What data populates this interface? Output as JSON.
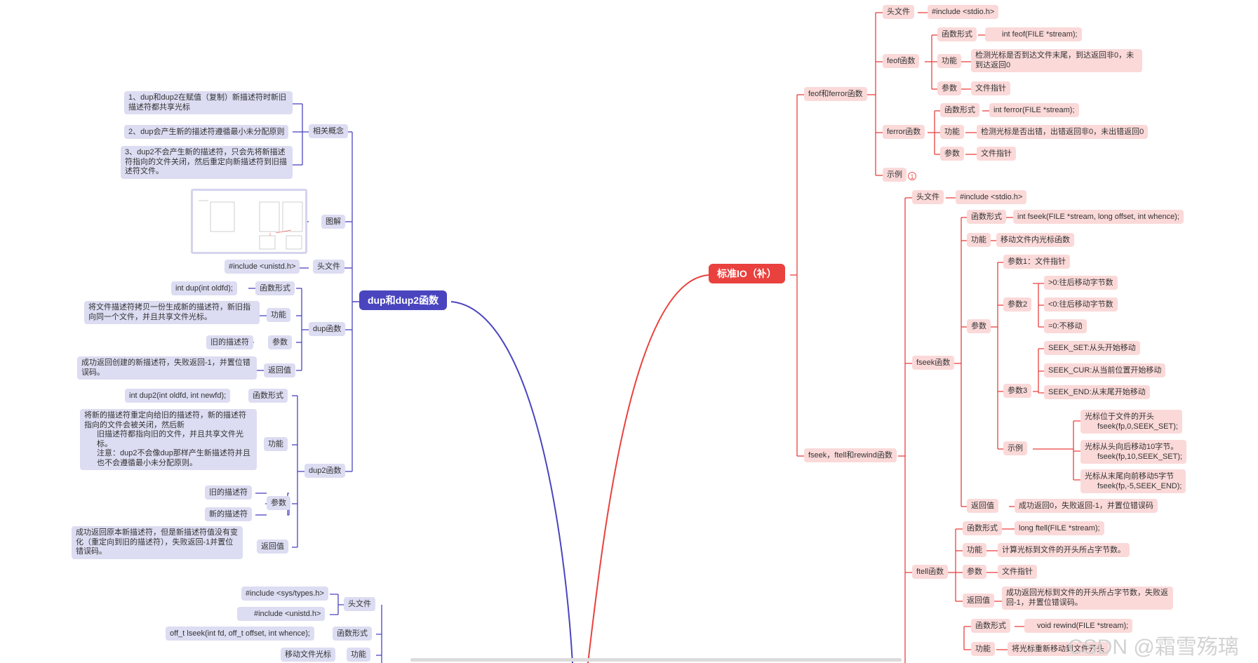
{
  "main_left": "dup和dup2函数",
  "main_right": "标准IO（补）",
  "left": {
    "concepts": {
      "label": "相关概念",
      "items": [
        "1、dup和dup2在赋值（复制）新描述符时新旧描述符都共享光标",
        "2、dup会产生新的描述符遵循最小未分配原则",
        "3、dup2不会产生新的描述符，只会先将新描述符指向的文件关闭，然后重定向新描述符到旧描述符文件。"
      ]
    },
    "diagram_label": "图解",
    "header": {
      "label": "头文件",
      "value": "#include <unistd.h>"
    },
    "dup": {
      "label": "dup函数",
      "form_label": "函数形式",
      "form": "int dup(int oldfd);",
      "func_label": "功能",
      "func": "将文件描述符拷贝一份生成新的描述符，新旧指向同一个文件，并且共享文件光标。",
      "param_label": "参数",
      "param": "旧的描述符",
      "ret_label": "返回值",
      "ret": "成功返回创建的新描述符，失败返回-1，并置位错误码。"
    },
    "dup2": {
      "label": "dup2函数",
      "form_label": "函数形式",
      "form": "int dup2(int oldfd, int newfd);",
      "func_label": "功能",
      "func_1": "将新的描述符重定向给旧的描述符，新的描述符指向的文件会被关闭，然后新",
      "func_2": "旧描述符都指向旧的文件，并且共享文件光标。",
      "func_3": "注意：dup2不会像dup那样产生新描述符并且也不会遵循最小未分配原则。",
      "param_label": "参数",
      "param_old": "旧的描述符",
      "param_new": "新的描述符",
      "ret_label": "返回值",
      "ret": "成功返回原本新描述符，但是新描述符值没有变化（重定向到旧的描述符），失败返回-1并置位错误码。"
    },
    "lseek": {
      "header_label": "头文件",
      "header_1": "#include <sys/types.h>",
      "header_2": "#include <unistd.h>",
      "form_label": "函数形式",
      "form": "off_t lseek(int fd, off_t offset, int whence);",
      "func_label": "功能",
      "func": "移动文件光标"
    }
  },
  "right": {
    "feof_ferror": {
      "label": "feof和ferror函数",
      "header_label": "头文件",
      "header": "#include <stdio.h>",
      "feof": {
        "label": "feof函数",
        "form_label": "函数形式",
        "form": "int feof(FILE *stream);",
        "func_label": "功能",
        "func": "检测光标是否到达文件末尾，到达返回非0，未到达返回0",
        "param_label": "参数",
        "param": "文件指针"
      },
      "ferror": {
        "label": "ferror函数",
        "form_label": "函数形式",
        "form": "int ferror(FILE *stream);",
        "func_label": "功能",
        "func": "检测光标是否出错，出错返回非0，未出错返回0",
        "param_label": "参数",
        "param": "文件指针"
      },
      "example_label": "示例",
      "example_count": "1"
    },
    "fseek_group": {
      "label": "fseek，ftell和rewind函数",
      "header_label": "头文件",
      "header": "#include <stdio.h>",
      "fseek": {
        "label": "fseek函数",
        "form_label": "函数形式",
        "form": "int fseek(FILE *stream, long offset, int whence);",
        "func_label": "功能",
        "func": "移动文件内光标函数",
        "param_label": "参数",
        "p1": "参数1：文件指针",
        "p2_label": "参数2",
        "p2": [
          ">0:往后移动字节数",
          "<0:往后移动字节数",
          "=0:不移动"
        ],
        "p3_label": "参数3",
        "p3": [
          "SEEK_SET:从头开始移动",
          "SEEK_CUR:从当前位置开始移动",
          "SEEK_END:从末尾开始移动"
        ],
        "ex_label": "示例",
        "ex": [
          {
            "desc": "光标位于文件的开头",
            "code": "fseek(fp,0,SEEK_SET);"
          },
          {
            "desc": "光标从头向后移动10字节。",
            "code": "fseek(fp,10,SEEK_SET);"
          },
          {
            "desc": "光标从末尾向前移动5字节",
            "code": "fseek(fp,-5,SEEK_END);"
          }
        ],
        "ret_label": "返回值",
        "ret": "成功返回0，失败返回-1，并置位错误码"
      },
      "ftell": {
        "label": "ftell函数",
        "form_label": "函数形式",
        "form": "long ftell(FILE *stream);",
        "func_label": "功能",
        "func": "计算光标到文件的开头所占字节数。",
        "param_label": "参数",
        "param": "文件指针",
        "ret_label": "返回值",
        "ret": "成功返回光标到文件的开头所占字节数，失败返回-1，并置位错误码。"
      },
      "rewind": {
        "form_label": "函数形式",
        "form": "void rewind(FILE *stream);",
        "func_label": "功能",
        "func": "将光标重新移动到文件开头"
      }
    }
  },
  "watermark": "CSDN @霜雪殇璃",
  "colors": {
    "left_main": "#4a45bf",
    "right_main": "#e9413e",
    "left_node": "#dcdcf2",
    "right_node": "#fbd9d9"
  }
}
